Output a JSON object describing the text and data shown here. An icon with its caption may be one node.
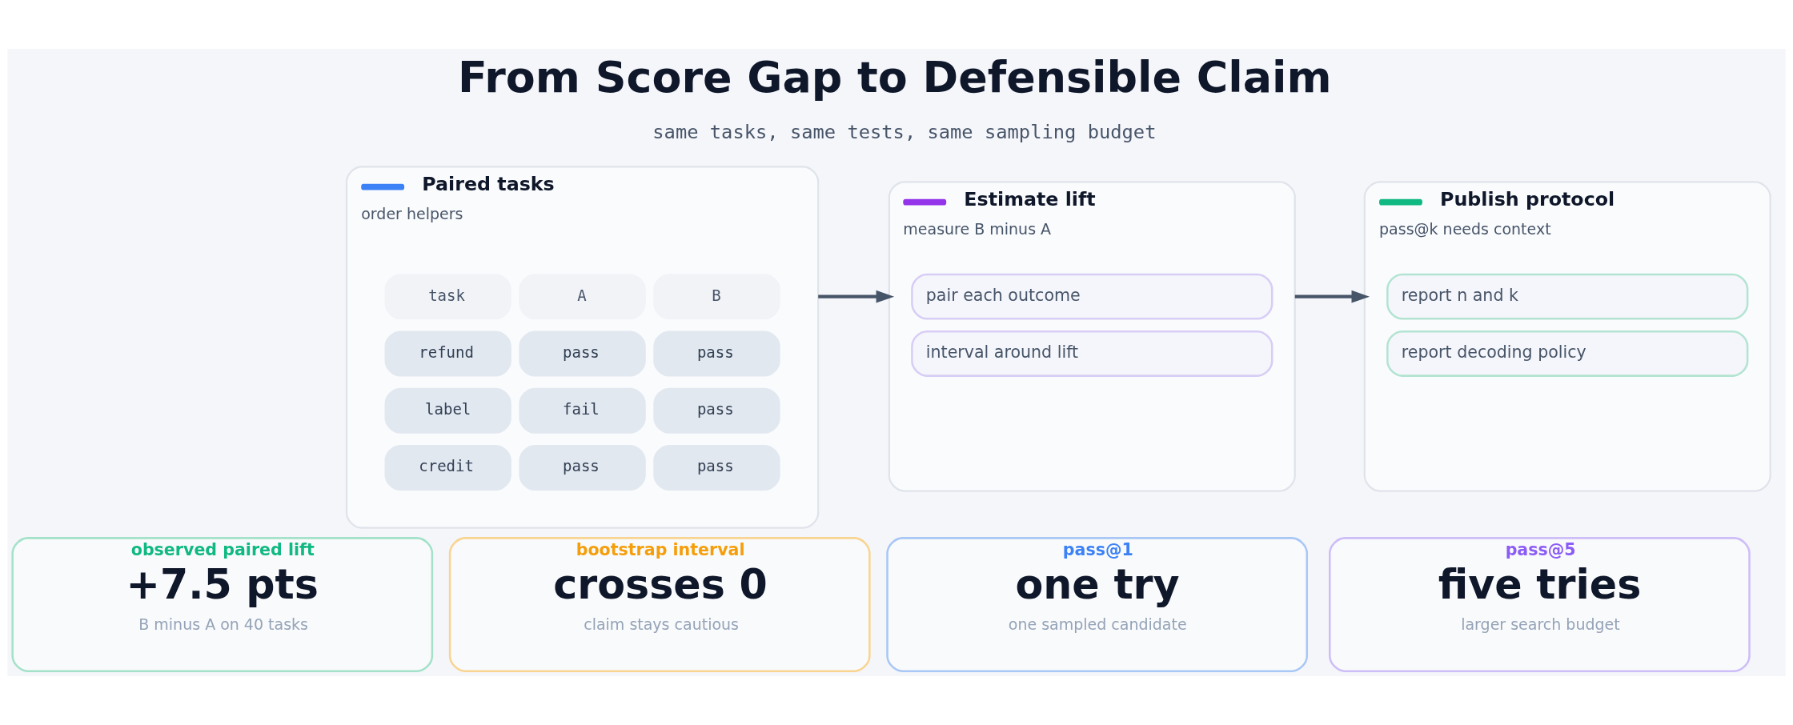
{
  "diagram": {
    "title": "From Score Gap to Defensible Claim",
    "nodes": [
      {
        "text": [
          "Paired tasks",
          "order helpers"
        ]
      },
      {
        "text": [
          "task"
        ],
        "in": 0
      },
      {
        "text": [
          "A"
        ],
        "in": 0
      },
      {
        "text": [
          "B"
        ],
        "in": 0
      },
      {
        "text": [
          "refund"
        ],
        "in": 0
      },
      {
        "text": [
          "pass"
        ],
        "in": 0
      },
      {
        "text": [
          "pass"
        ],
        "in": 0
      },
      {
        "text": [
          "label"
        ],
        "in": 0
      },
      {
        "text": [
          "fail"
        ],
        "in": 0
      },
      {
        "text": [
          "pass"
        ],
        "in": 0
      },
      {
        "text": [
          "credit"
        ],
        "in": 0
      },
      {
        "text": [
          "pass"
        ],
        "in": 0
      },
      {
        "text": [
          "pass"
        ],
        "in": 0
      },
      {
        "text": [
          "Estimate lift",
          "measure B minus A"
        ]
      },
      {
        "text": [
          "pair each outcome"
        ],
        "in": 13
      },
      {
        "text": [
          "interval around lift"
        ],
        "in": 13
      },
      {
        "text": [
          "Publish protocol",
          "pass@k needs context"
        ]
      },
      {
        "text": [
          "report n and k"
        ],
        "in": 16
      },
      {
        "text": [
          "report decoding policy"
        ],
        "in": 16
      },
      {
        "text": [
          "observed paired lift",
          "+7.5 pts",
          "B minus A on 40 tasks"
        ]
      },
      {
        "text": [
          "bootstrap interval",
          "crosses 0",
          "claim stays cautious"
        ]
      },
      {
        "text": [
          "pass@1",
          "one try",
          "one sampled candidate"
        ]
      },
      {
        "text": [
          "pass@5",
          "five tries",
          "larger search budget"
        ]
      }
    ],
    "edges": [
      {
        "from": 0,
        "to": 13,
        "arrow": "to"
      },
      {
        "from": 13,
        "to": 16,
        "arrow": "to"
      }
    ],
    "labels": [
      "same tasks, same tests, same sampling budget"
    ]
  }
}
